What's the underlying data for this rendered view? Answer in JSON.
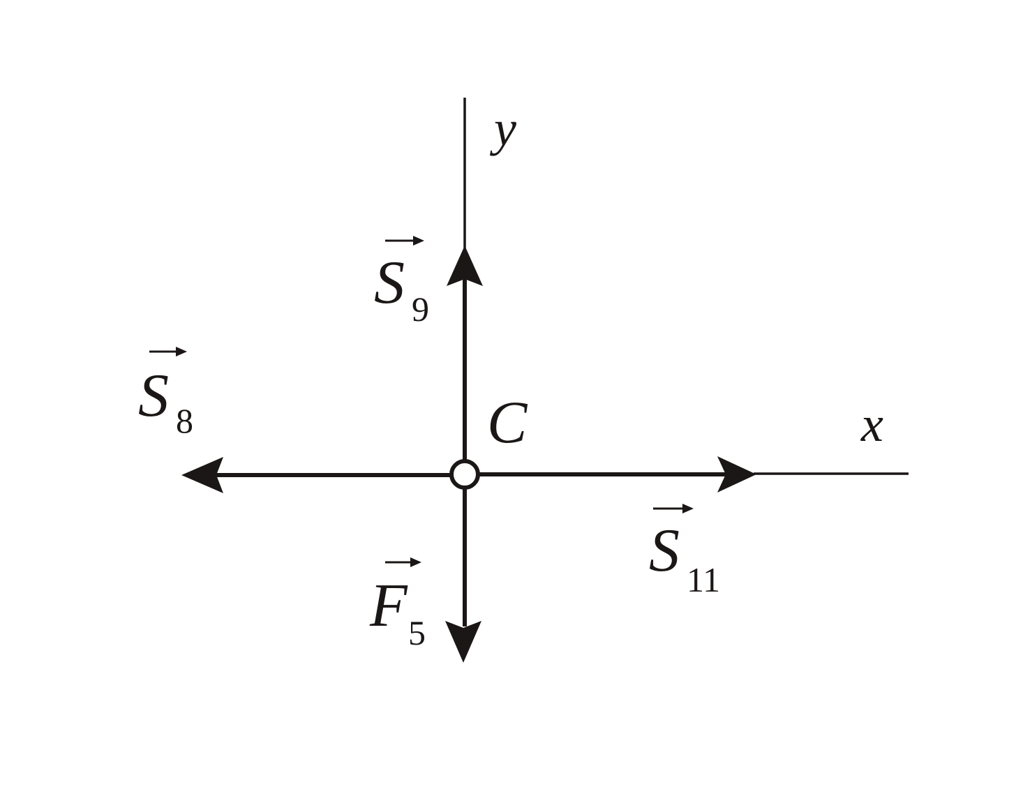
{
  "colors": {
    "ink": "#1a1716",
    "background": "#ffffff"
  },
  "axes": {
    "x_label": "x",
    "y_label": "y"
  },
  "node": {
    "label": "C"
  },
  "forces": {
    "s8": {
      "symbol": "S",
      "subscript": "8",
      "direction": "left"
    },
    "s9": {
      "symbol": "S",
      "subscript": "9",
      "direction": "up"
    },
    "s11": {
      "symbol": "S",
      "subscript": "11",
      "direction": "right"
    },
    "f5": {
      "symbol": "F",
      "subscript": "5",
      "direction": "down"
    }
  }
}
